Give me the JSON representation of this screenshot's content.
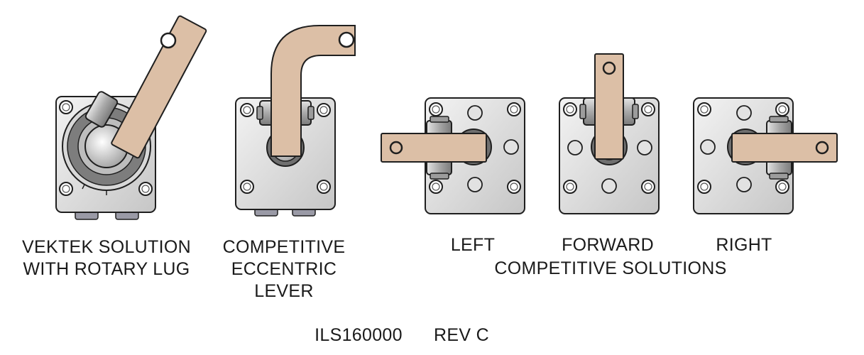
{
  "labels": {
    "vektek": [
      "VEKTEK SOLUTION",
      "WITH ROTARY LUG"
    ],
    "eccentric": [
      "COMPETITIVE",
      "ECCENTRIC",
      "LEVER"
    ],
    "left": "LEFT",
    "forward": "FORWARD",
    "right": "RIGHT",
    "competitive_solutions": "COMPETITIVE SOLUTIONS",
    "part_number": "ILS160000",
    "revision": "REV C"
  },
  "colors": {
    "lever": "#dcbfa6",
    "body_light": "#eeeeee",
    "body_dark": "#c2c2c2",
    "outline": "#1f1f1f",
    "ring": "#8f8f8f"
  }
}
